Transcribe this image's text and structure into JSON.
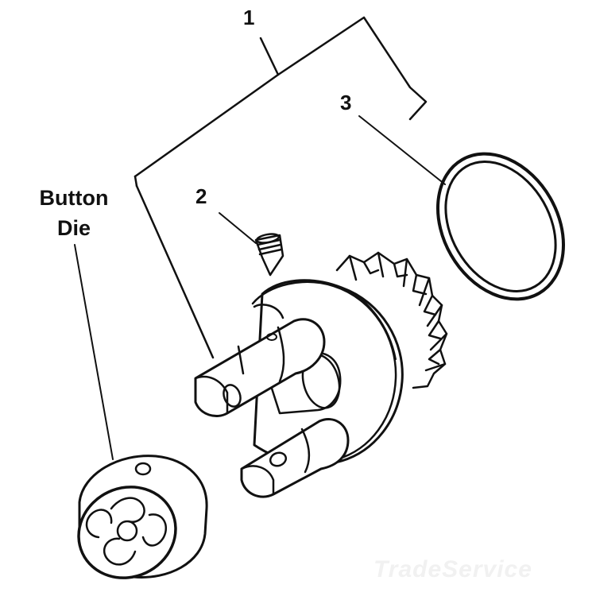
{
  "callouts": {
    "part_1": "1",
    "part_2": "2",
    "part_3": "3",
    "button_die": [
      "Button",
      "Die"
    ]
  },
  "watermark": "TradeService",
  "colors": {
    "ink": "#111111",
    "background": "#ffffff",
    "watermark": "#f1f1f1"
  }
}
